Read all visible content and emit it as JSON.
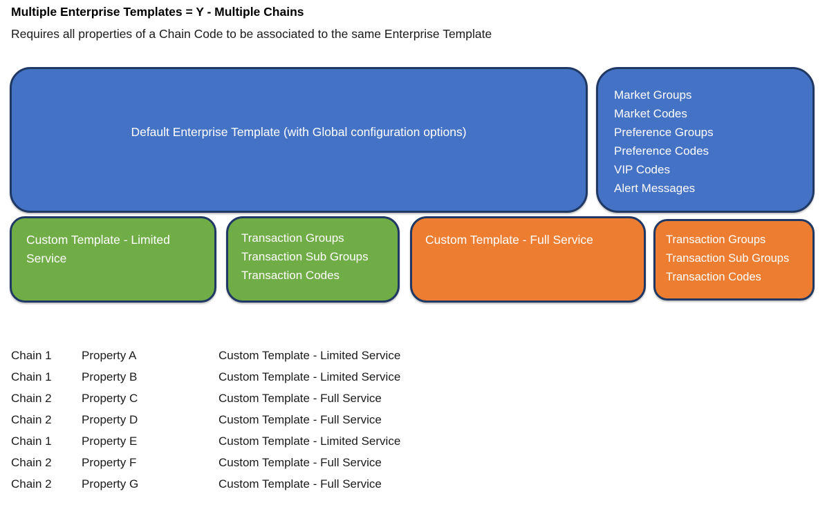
{
  "header": {
    "title": "Multiple Enterprise Templates = Y - Multiple Chains",
    "subtitle": "Requires all properties of a Chain Code to be associated to the same Enterprise Template"
  },
  "colors": {
    "blue": "#4472c4",
    "green": "#70ad47",
    "orange": "#ed7d31",
    "shape_border": "#1f3864",
    "shape_text": "#ffffff"
  },
  "boxes": {
    "default_template": {
      "label": "Default Enterprise Template (with Global configuration options)",
      "items": [
        "Market Groups",
        "Market Codes",
        "Preference Groups",
        "Preference Codes",
        "VIP Codes",
        "Alert Messages"
      ]
    },
    "limited_template": {
      "label": "Custom Template - Limited Service",
      "items": [
        "Transaction Groups",
        "Transaction Sub Groups",
        "Transaction Codes"
      ]
    },
    "full_template": {
      "label": "Custom Template - Full Service",
      "items": [
        "Transaction Groups",
        "Transaction Sub Groups",
        "Transaction Codes"
      ]
    }
  },
  "assignments": [
    {
      "chain": "Chain 1",
      "property": "Property A",
      "template": "Custom Template - Limited Service"
    },
    {
      "chain": "Chain 1",
      "property": "Property B",
      "template": "Custom Template - Limited Service"
    },
    {
      "chain": "Chain 2",
      "property": "Property C",
      "template": "Custom Template - Full Service"
    },
    {
      "chain": "Chain 2",
      "property": "Property D",
      "template": "Custom Template - Full Service"
    },
    {
      "chain": "Chain 1",
      "property": "Property E",
      "template": "Custom Template - Limited Service"
    },
    {
      "chain": "Chain 2",
      "property": "Property F",
      "template": "Custom Template - Full Service"
    },
    {
      "chain": "Chain 2",
      "property": "Property G",
      "template": "Custom Template - Full Service"
    }
  ]
}
